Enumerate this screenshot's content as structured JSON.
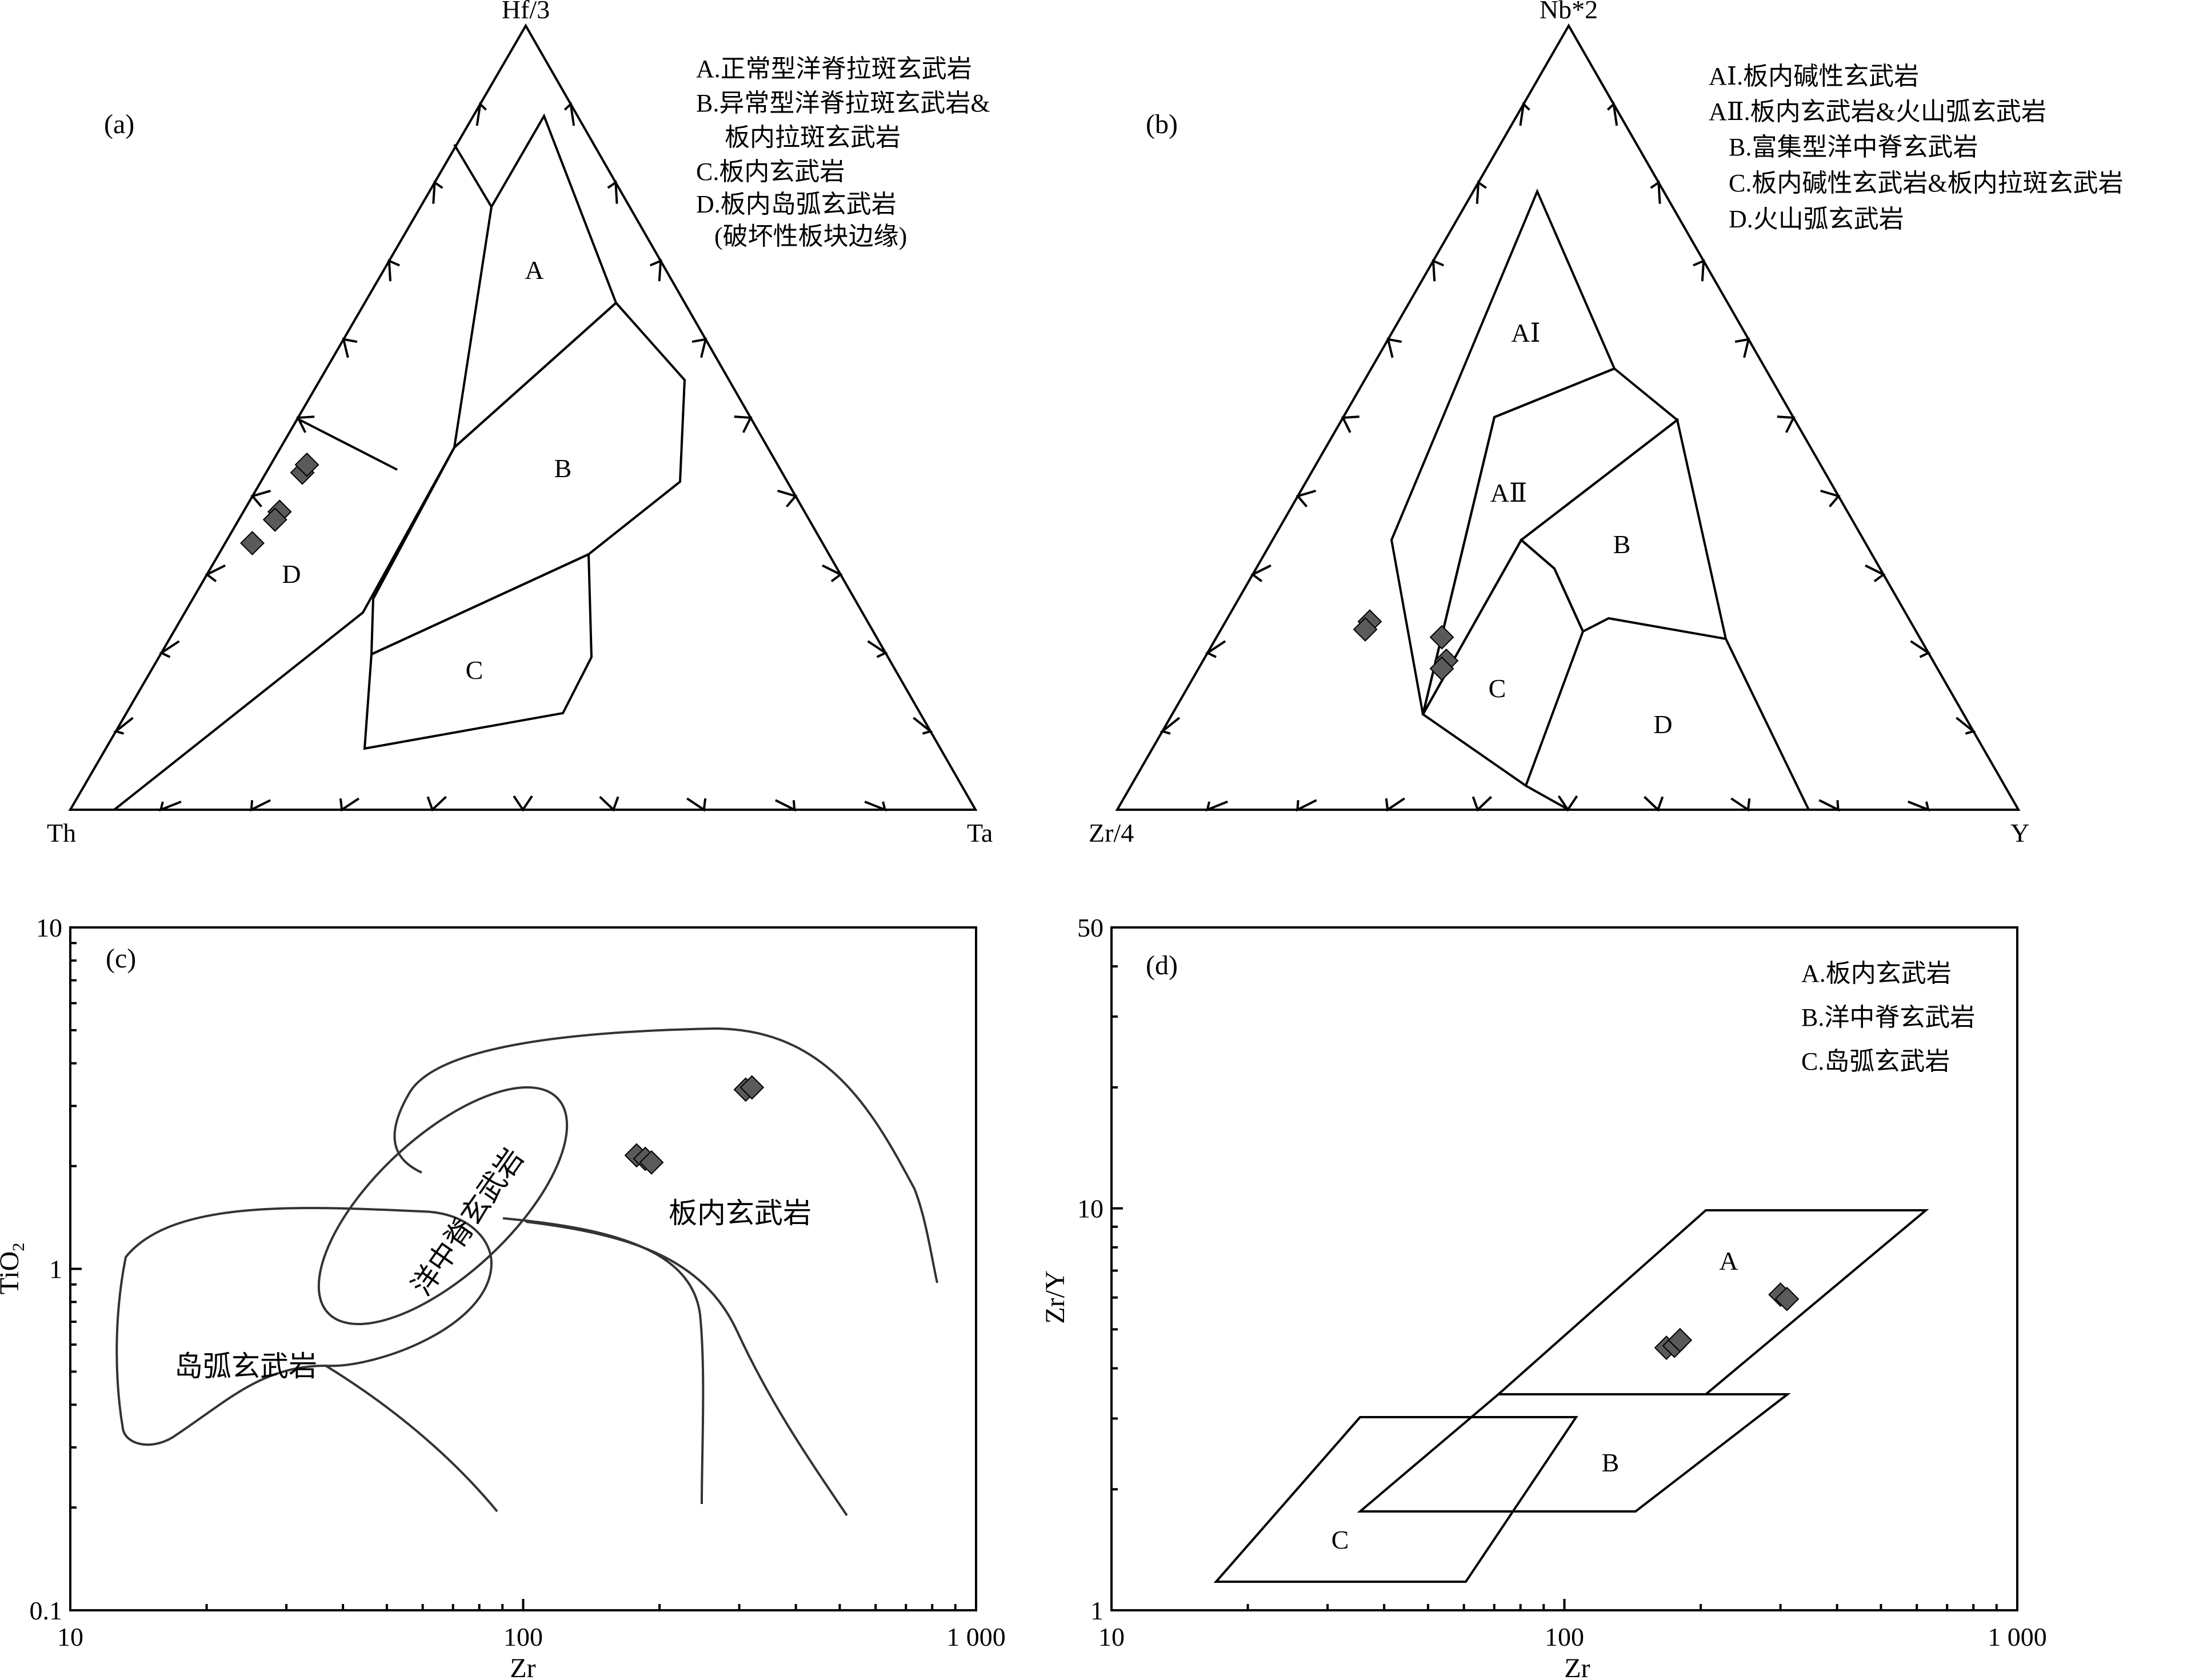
{
  "panels": {
    "a": {
      "label": "(a)",
      "apex_top": "Hf/3",
      "apex_left": "Th",
      "apex_right": "Ta",
      "legend": [
        "A.正常型洋脊拉斑玄武岩",
        "B.异常型洋脊拉斑玄武岩&",
        "板内拉斑玄武岩",
        "C.板内玄武岩",
        "D.板内岛弧玄武岩",
        "(破坏性板块边缘)"
      ],
      "fields": [
        "A",
        "B",
        "C",
        "D"
      ]
    },
    "b": {
      "label": "(b)",
      "apex_top": "Nb*2",
      "apex_left": "Zr/4",
      "apex_right": "Y",
      "legend": [
        "AⅠ.板内碱性玄武岩",
        "AⅡ.板内玄武岩&火山弧玄武岩",
        "B.富集型洋中脊玄武岩",
        "C.板内碱性玄武岩&板内拉斑玄武岩",
        "D.火山弧玄武岩"
      ],
      "fields": [
        "AⅠ",
        "AⅡ",
        "B",
        "C",
        "D"
      ]
    },
    "c": {
      "label": "(c)",
      "xlabel": "Zr",
      "ylabel": "TiO",
      "ylabel_sub": "2",
      "xticks": [
        "10",
        "100",
        "1 000"
      ],
      "yticks": [
        "0.1",
        "1",
        "10"
      ],
      "fields": [
        "岛弧玄武岩",
        "洋中脊玄武岩",
        "板内玄武岩"
      ]
    },
    "d": {
      "label": "(d)",
      "xlabel": "Zr",
      "ylabel": "Zr/Y",
      "xticks": [
        "10",
        "100",
        "1 000"
      ],
      "yticks": [
        "1",
        "10",
        "50"
      ],
      "legend": [
        "A.板内玄武岩",
        "B.洋中脊玄武岩",
        "C.岛弧玄武岩"
      ],
      "fields": [
        "A",
        "B",
        "C"
      ]
    }
  },
  "chart_data": [
    {
      "type": "scatter",
      "panel": "a",
      "kind": "ternary",
      "components": [
        "Hf/3",
        "Th",
        "Ta"
      ],
      "points": [
        {
          "hf3": 0.43,
          "th": 0.53,
          "ta": 0.04
        },
        {
          "hf3": 0.44,
          "th": 0.52,
          "ta": 0.04
        },
        {
          "hf3": 0.38,
          "th": 0.58,
          "ta": 0.04
        },
        {
          "hf3": 0.37,
          "th": 0.59,
          "ta": 0.04
        },
        {
          "hf3": 0.34,
          "th": 0.63,
          "ta": 0.03
        }
      ]
    },
    {
      "type": "scatter",
      "panel": "b",
      "kind": "ternary",
      "components": [
        "Nb*2",
        "Zr/4",
        "Y"
      ],
      "points": [
        {
          "nb2": 0.24,
          "zr4": 0.6,
          "y": 0.16
        },
        {
          "nb2": 0.23,
          "zr4": 0.61,
          "y": 0.16
        },
        {
          "nb2": 0.22,
          "zr4": 0.53,
          "y": 0.25
        },
        {
          "nb2": 0.19,
          "zr4": 0.54,
          "y": 0.27
        },
        {
          "nb2": 0.18,
          "zr4": 0.55,
          "y": 0.27
        }
      ]
    },
    {
      "type": "scatter",
      "panel": "c",
      "xlabel": "Zr",
      "ylabel": "TiO2",
      "xscale": "log",
      "yscale": "log",
      "xlim": [
        10,
        1000
      ],
      "ylim": [
        0.1,
        10
      ],
      "points": [
        {
          "x": 178,
          "y": 2.15
        },
        {
          "x": 186,
          "y": 2.1
        },
        {
          "x": 192,
          "y": 2.05
        },
        {
          "x": 310,
          "y": 3.35
        },
        {
          "x": 320,
          "y": 3.4
        }
      ]
    },
    {
      "type": "scatter",
      "panel": "d",
      "xlabel": "Zr",
      "ylabel": "Zr/Y",
      "xscale": "log",
      "yscale": "log",
      "xlim": [
        10,
        1000
      ],
      "ylim": [
        1,
        50
      ],
      "points": [
        {
          "x": 168,
          "y": 4.5
        },
        {
          "x": 175,
          "y": 4.55
        },
        {
          "x": 180,
          "y": 4.7
        },
        {
          "x": 300,
          "y": 6.1
        },
        {
          "x": 310,
          "y": 5.95
        }
      ]
    }
  ]
}
